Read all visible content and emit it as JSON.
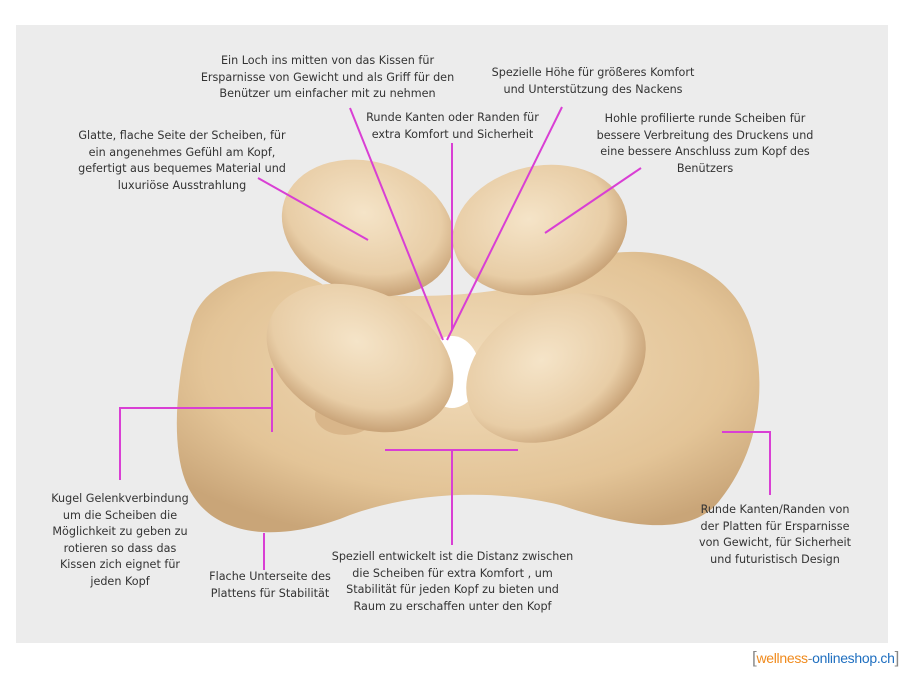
{
  "annotations": {
    "loch": "Ein Loch ins mitten von das Kissen für\nErsparnisse von Gewicht und als Griff für den\nBenützer um einfacher mit zu nehmen",
    "hoehe": "Spezielle Höhe für größeres Komfort\nund Unterstützung des Nackens",
    "runde_kanten": "Runde Kanten oder Randen für\nextra Komfort und Sicherheit",
    "glatte": "Glatte, flache Seite der Scheiben, für\nein angenehmes Gefühl am Kopf,\ngefertigt aus bequemes Material und\nluxuriöse Ausstrahlung",
    "hohle": "Hohle profilierte runde Scheiben für\nbessere Verbreitung des Druckens und\neine bessere Anschluss zum Kopf des\nBenützers",
    "kugel": "Kugel Gelenkverbindung\num die Scheiben die\nMöglichkeit zu geben zu\nrotieren so dass das\nKissen zich eignet für\njeden Kopf",
    "flache": "Flache Unterseite des\nPlattens für Stabilität",
    "distanz": "Speziell entwickelt ist die Distanz zwischen\ndie Scheiben für extra Komfort , um\nStabilität für jeden Kopf zu bieten und\nRaum zu erschaffen unter den Kopf",
    "platten": "Runde Kanten/Randen von\nder Platten für Ersparnisse\nvon Gewicht, für Sicherheit\nund futuristisch Design"
  },
  "logo": {
    "open": "[",
    "part1": "wellness",
    "dash": "-",
    "part2": "onlineshop.ch",
    "close": "]"
  },
  "colors": {
    "line": "#d93fd4",
    "wood": "#e6c9a0",
    "logo_orange": "#f08a1c",
    "logo_blue": "#1f6fc0"
  }
}
